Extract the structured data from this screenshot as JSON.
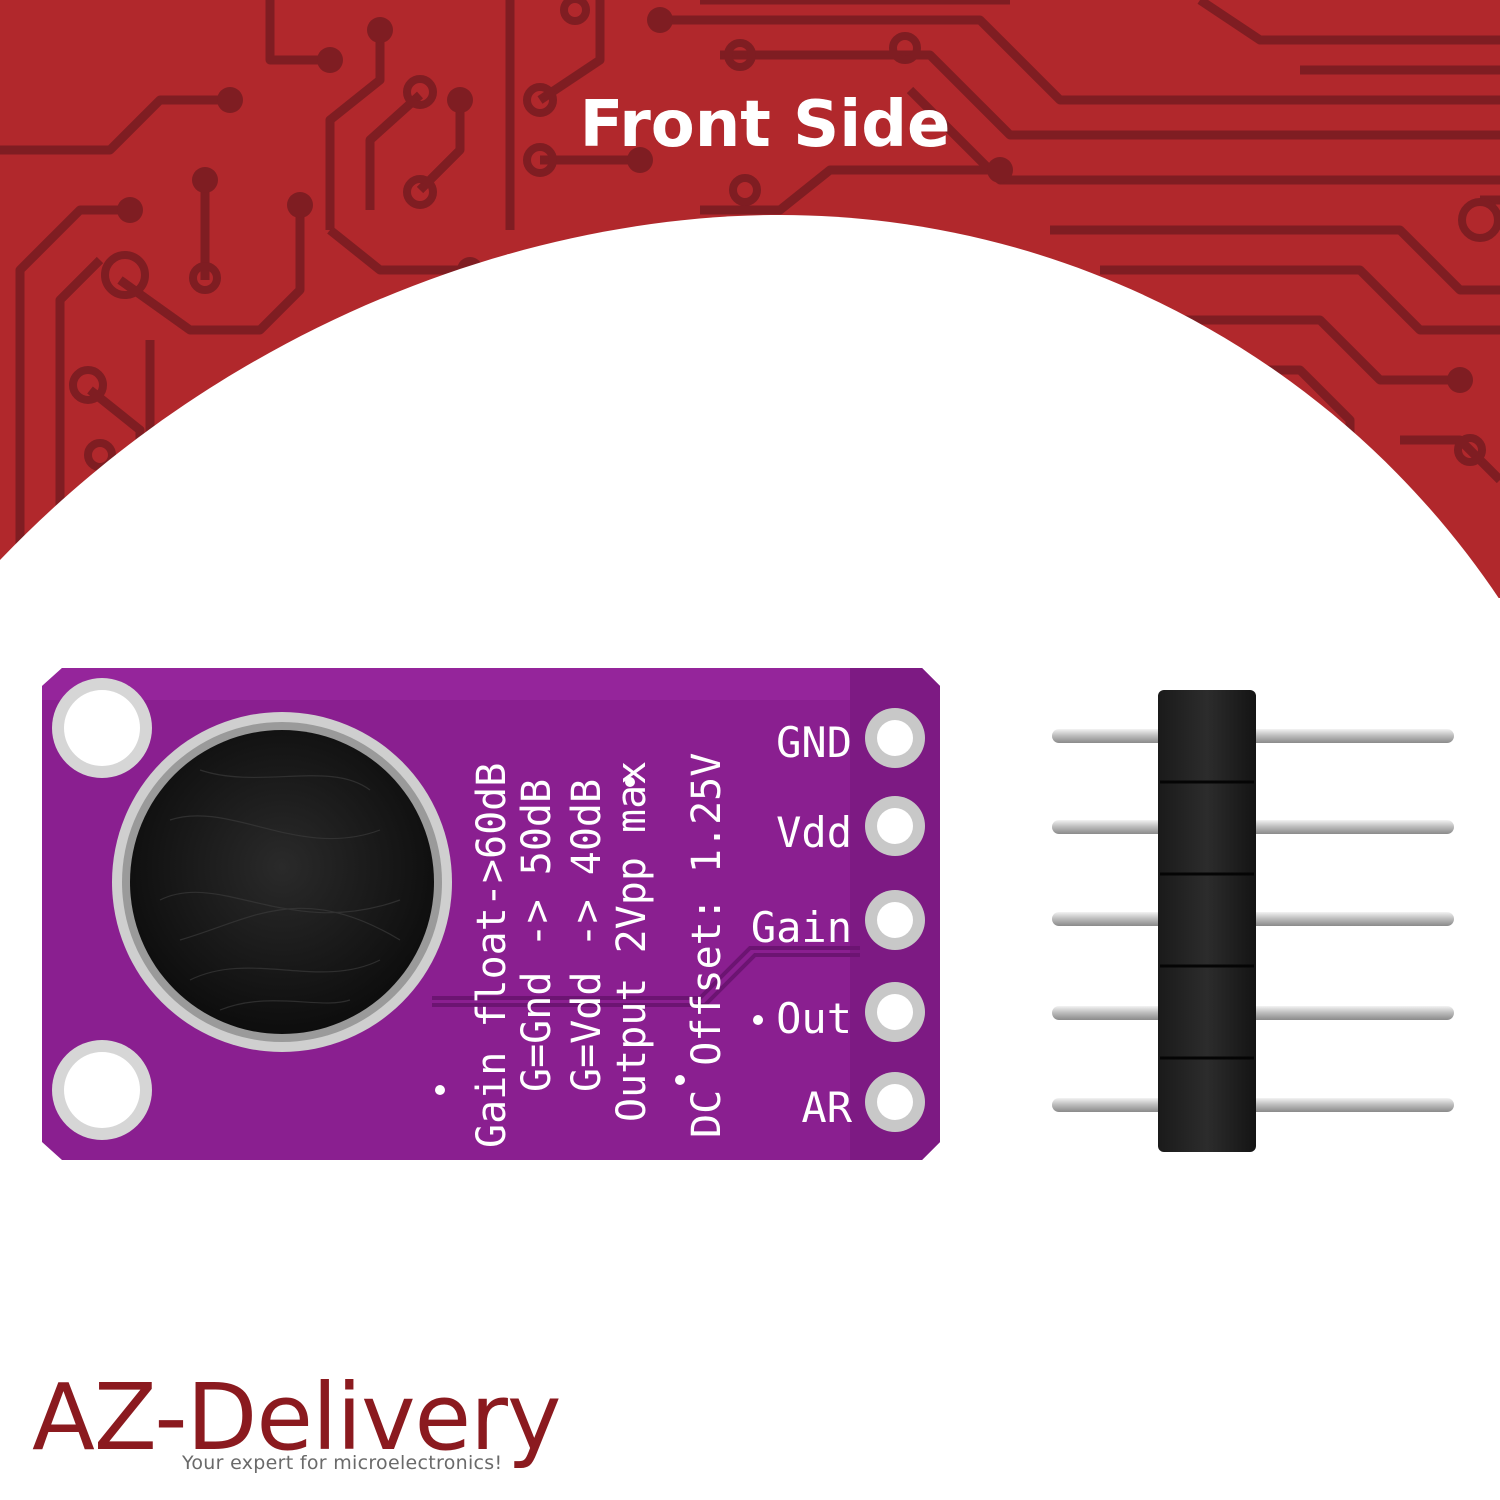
{
  "banner": {
    "title": "Front Side",
    "background_color": "#b1282c",
    "trace_color": "#7f1d22"
  },
  "board": {
    "pcb_color": "#8a1f90",
    "silkscreen_lines": [
      "Gain float->60dB",
      "G=Gnd -> 50dB",
      "G=Vdd -> 40dB",
      "Output 2Vpp max",
      "DC Offset: 1.25V"
    ],
    "pins": [
      "GND",
      "Vdd",
      "Gain",
      "Out",
      "AR"
    ]
  },
  "header": {
    "pin_count": 5
  },
  "brand": {
    "name": "AZ-Delivery",
    "tagline": "Your expert for microelectronics!",
    "color": "#8b1a1f"
  }
}
